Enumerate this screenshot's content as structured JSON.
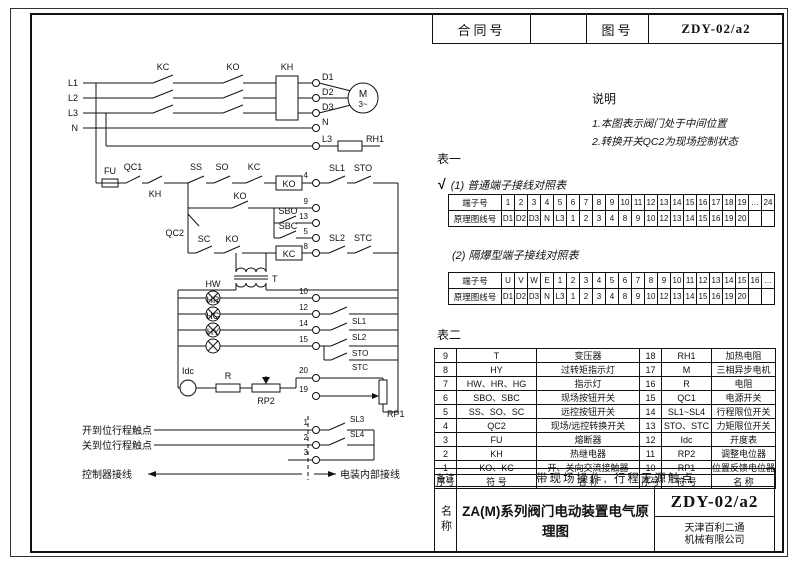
{
  "title_block": {
    "contract_label": "合同号",
    "drawing_label": "图号",
    "drawing_no": "ZDY-02/a2"
  },
  "notes": {
    "title": "说明",
    "item1": "1.本图表示阀门处于中间位置",
    "item2": "2.转换开关QC2为现场控制状态"
  },
  "table1": {
    "title": "表一",
    "check": "√",
    "sub1": {
      "title": "(1) 普通端子接线对照表",
      "row1_label": "端子号",
      "row1": [
        "1",
        "2",
        "3",
        "4",
        "5",
        "6",
        "7",
        "8",
        "9",
        "10",
        "11",
        "12",
        "13",
        "14",
        "15",
        "16",
        "17",
        "18",
        "19",
        "…",
        "24"
      ],
      "row2_label": "原理图线号",
      "row2": [
        "D1",
        "D2",
        "D3",
        "N",
        "L3",
        "1",
        "2",
        "3",
        "4",
        "8",
        "9",
        "10",
        "12",
        "13",
        "14",
        "15",
        "16",
        "19",
        "20",
        "",
        ""
      ]
    },
    "sub2": {
      "title": "(2) 隔爆型端子接线对照表",
      "row1_label": "端子号",
      "row1": [
        "U",
        "V",
        "W",
        "E",
        "1",
        "2",
        "3",
        "4",
        "5",
        "6",
        "7",
        "8",
        "9",
        "10",
        "11",
        "12",
        "13",
        "14",
        "15",
        "16",
        "…"
      ],
      "row2_label": "原理图线号",
      "row2": [
        "D1",
        "D2",
        "D3",
        "N",
        "L3",
        "1",
        "2",
        "3",
        "4",
        "8",
        "9",
        "10",
        "12",
        "13",
        "14",
        "15",
        "16",
        "19",
        "20",
        "",
        ""
      ]
    }
  },
  "table2": {
    "title": "表二",
    "rows": [
      [
        "9",
        "T",
        "变压器",
        "18",
        "RH1",
        "加热电阻"
      ],
      [
        "8",
        "HY",
        "过转矩指示灯",
        "17",
        "M",
        "三相异步电机"
      ],
      [
        "7",
        "HW、HR、HG",
        "指示灯",
        "16",
        "R",
        "电阻"
      ],
      [
        "6",
        "SBO、SBC",
        "现场按钮开关",
        "15",
        "QC1",
        "电源开关"
      ],
      [
        "5",
        "SS、SO、SC",
        "远控按钮开关",
        "14",
        "SL1~SL4",
        "行程限位开关"
      ],
      [
        "4",
        "QC2",
        "现场/远控转换开关",
        "13",
        "STO、STC",
        "力矩限位开关"
      ],
      [
        "3",
        "FU",
        "熔断器",
        "12",
        "Idc",
        "开度表"
      ],
      [
        "2",
        "KH",
        "热继电器",
        "11",
        "RP2",
        "调整电位器"
      ],
      [
        "1",
        "KO、KC",
        "开、关向交流接触器",
        "10",
        "RP1",
        "位置反馈电位器"
      ]
    ],
    "header": [
      "序号",
      "符 号",
      "名 称",
      "序号",
      "符 号",
      "名 称"
    ]
  },
  "remark": {
    "label": "备注",
    "text": "带现场操作, 行程无源触点"
  },
  "name_block": {
    "label": "名称",
    "name": "ZA(M)系列阀门电动装置电气原理图",
    "drawing_no": "ZDY-02/a2",
    "company_line1": "天津百利二通",
    "company_line2": "机械有限公司"
  },
  "schematic": {
    "labels": {
      "l1": "L1",
      "l2": "L2",
      "l3": "L3",
      "n": "N",
      "kc_top": "KC",
      "ko_top": "KO",
      "kh_top": "KH",
      "d1": "D1",
      "d2": "D2",
      "d3": "D3",
      "n_term": "N",
      "l3_wire": "L3",
      "rh1": "RH1",
      "motor_m": "M",
      "motor_ph": "3~",
      "fu": "FU",
      "qc1": "QC1",
      "kh2": "KH",
      "ss": "SS",
      "so": "SO",
      "kc_aux": "KC",
      "ko_coil": "KO",
      "t4": "4",
      "sl1_a": "SL1",
      "sto_a": "STO",
      "ko_aux": "KO",
      "t9": "9",
      "qc2": "QC2",
      "sbo": "SBO",
      "t13": "13",
      "sbc": "SBC",
      "t5": "5",
      "sc": "SC",
      "ko_int": "KO",
      "kc_coil": "KC",
      "t8": "8",
      "sl2_a": "SL2",
      "stc_a": "STC",
      "t_label": "T",
      "hw": "HW",
      "hr": "HR",
      "hg": "HG",
      "hy": "HY",
      "t10": "10",
      "t12": "12",
      "t14": "14",
      "t15": "15",
      "sl1_b": "SL1",
      "sl2_b": "SL2",
      "sto_b": "STO",
      "stc_b": "STC",
      "idc": "Idc",
      "r_label": "R",
      "rp2": "RP2",
      "rp1": "RP1",
      "t20": "20",
      "t19": "19",
      "open_text": "开到位行程触点",
      "close_text": "关到位行程触点",
      "sl3": "SL3",
      "sl4": "SL4",
      "t1": "1",
      "t2": "2",
      "t3": "3",
      "ctrl_text": "控制器接线",
      "int_text": "电装内部接线"
    }
  }
}
